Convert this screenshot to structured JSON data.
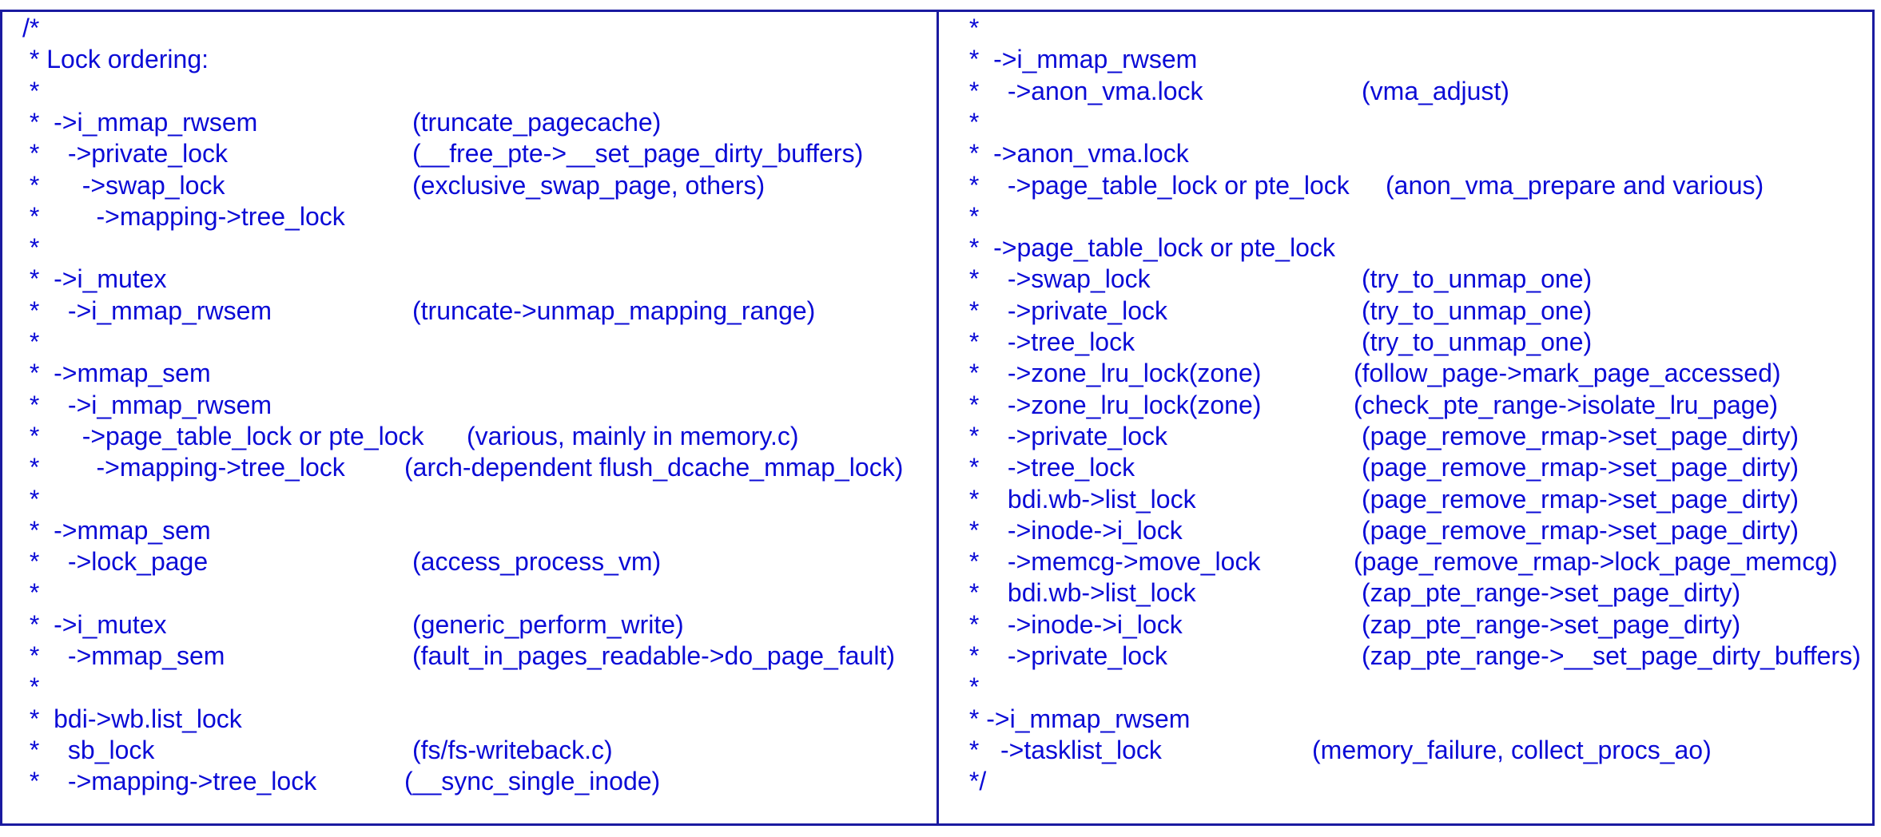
{
  "left": {
    "lines": [
      {
        "code": "/*",
        "note": ""
      },
      {
        "code": " * Lock ordering:",
        "note": ""
      },
      {
        "code": " *",
        "note": ""
      },
      {
        "code": " *  ->i_mmap_rwsem",
        "note": "(truncate_pagecache)"
      },
      {
        "code": " *    ->private_lock",
        "note": "(__free_pte->__set_page_dirty_buffers)"
      },
      {
        "code": " *      ->swap_lock",
        "note": "(exclusive_swap_page, others)"
      },
      {
        "code": " *        ->mapping->tree_lock",
        "note": ""
      },
      {
        "code": " *",
        "note": ""
      },
      {
        "code": " *  ->i_mutex",
        "note": ""
      },
      {
        "code": " *    ->i_mmap_rwsem",
        "note": "(truncate->unmap_mapping_range)"
      },
      {
        "code": " *",
        "note": ""
      },
      {
        "code": " *  ->mmap_sem",
        "note": ""
      },
      {
        "code": " *    ->i_mmap_rwsem",
        "note": ""
      },
      {
        "code": " *      ->page_table_lock or pte_lock",
        "note": "(various, mainly in memory.c)"
      },
      {
        "code": " *        ->mapping->tree_lock",
        "note": "(arch-dependent flush_dcache_mmap_lock)"
      },
      {
        "code": " *",
        "note": ""
      },
      {
        "code": " *  ->mmap_sem",
        "note": ""
      },
      {
        "code": " *    ->lock_page",
        "note": "(access_process_vm)"
      },
      {
        "code": " *",
        "note": ""
      },
      {
        "code": " *  ->i_mutex",
        "note": "(generic_perform_write)"
      },
      {
        "code": " *    ->mmap_sem",
        "note": "(fault_in_pages_readable->do_page_fault)"
      },
      {
        "code": " *",
        "note": ""
      },
      {
        "code": " *  bdi->wb.list_lock",
        "note": ""
      },
      {
        "code": " *    sb_lock",
        "note": "(fs/fs-writeback.c)"
      },
      {
        "code": " *    ->mapping->tree_lock",
        "note": "(__sync_single_inode)"
      }
    ]
  },
  "right": {
    "lines": [
      {
        "code": " *",
        "note": ""
      },
      {
        "code": " *  ->i_mmap_rwsem",
        "note": ""
      },
      {
        "code": " *    ->anon_vma.lock",
        "note": "(vma_adjust)"
      },
      {
        "code": " *",
        "note": ""
      },
      {
        "code": " *  ->anon_vma.lock",
        "note": ""
      },
      {
        "code": " *    ->page_table_lock or pte_lock",
        "note": "(anon_vma_prepare and various)"
      },
      {
        "code": " *",
        "note": ""
      },
      {
        "code": " *  ->page_table_lock or pte_lock",
        "note": ""
      },
      {
        "code": " *    ->swap_lock",
        "note": "(try_to_unmap_one)"
      },
      {
        "code": " *    ->private_lock",
        "note": "(try_to_unmap_one)"
      },
      {
        "code": " *    ->tree_lock",
        "note": "(try_to_unmap_one)"
      },
      {
        "code": " *    ->zone_lru_lock(zone)",
        "note": "(follow_page->mark_page_accessed)"
      },
      {
        "code": " *    ->zone_lru_lock(zone)",
        "note": "(check_pte_range->isolate_lru_page)"
      },
      {
        "code": " *    ->private_lock",
        "note": "(page_remove_rmap->set_page_dirty)"
      },
      {
        "code": " *    ->tree_lock",
        "note": "(page_remove_rmap->set_page_dirty)"
      },
      {
        "code": " *    bdi.wb->list_lock",
        "note": "(page_remove_rmap->set_page_dirty)"
      },
      {
        "code": " *    ->inode->i_lock",
        "note": "(page_remove_rmap->set_page_dirty)"
      },
      {
        "code": " *    ->memcg->move_lock",
        "note": "(page_remove_rmap->lock_page_memcg)"
      },
      {
        "code": " *    bdi.wb->list_lock",
        "note": "(zap_pte_range->set_page_dirty)"
      },
      {
        "code": " *    ->inode->i_lock",
        "note": "(zap_pte_range->set_page_dirty)"
      },
      {
        "code": " *    ->private_lock",
        "note": "(zap_pte_range->__set_page_dirty_buffers)"
      },
      {
        "code": " *",
        "note": ""
      },
      {
        "code": " * ->i_mmap_rwsem",
        "note": ""
      },
      {
        "code": " *   ->tasklist_lock",
        "note": "(memory_failure, collect_procs_ao)"
      },
      {
        "code": " */",
        "note": ""
      }
    ]
  },
  "colors": {
    "text": "#0b0bd6",
    "border": "#1a1aa0"
  }
}
